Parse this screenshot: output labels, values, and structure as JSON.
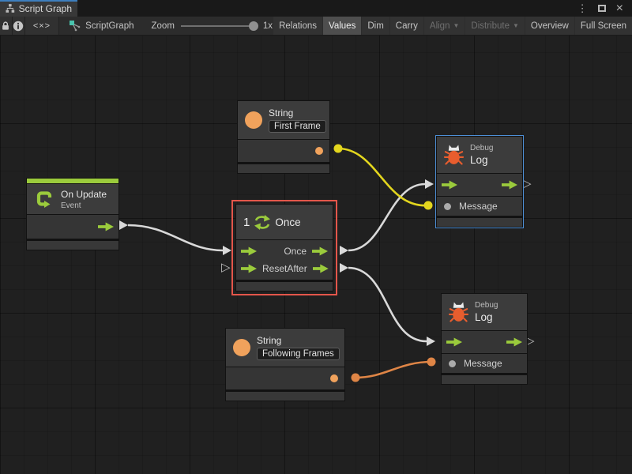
{
  "window": {
    "tab_title": "Script Graph"
  },
  "icons": {
    "menu_glyph": "⋮",
    "close_glyph": "×",
    "code_glyph": "<×>",
    "dropdown_glyph": "▼",
    "unconnected_port_glyph": "▷"
  },
  "toolbar": {
    "graph_label": "ScriptGraph",
    "zoom_label": "Zoom",
    "zoom_value": "1x",
    "buttons": [
      {
        "label": "Relations",
        "state": "normal"
      },
      {
        "label": "Values",
        "state": "active"
      },
      {
        "label": "Dim",
        "state": "normal"
      },
      {
        "label": "Carry",
        "state": "normal"
      },
      {
        "label": "Align",
        "state": "disabled",
        "dropdown": true
      },
      {
        "label": "Distribute",
        "state": "disabled",
        "dropdown": true
      },
      {
        "label": "Overview",
        "state": "normal"
      },
      {
        "label": "Full Screen",
        "state": "normal"
      }
    ]
  },
  "graph": {
    "nodes": {
      "on_update": {
        "title": "On Update",
        "subtitle": "Event"
      },
      "string_first": {
        "title": "String",
        "value": "First Frame"
      },
      "string_following": {
        "title": "String",
        "value": "Following Frames"
      },
      "once": {
        "count": "1",
        "title": "Once",
        "out_once_label": "Once",
        "in_reset_label": "Reset",
        "out_after_label": "After",
        "selected": true
      },
      "debug_log_top": {
        "subtitle": "Debug",
        "title": "Log",
        "message_label": "Message",
        "highlighted": true
      },
      "debug_log_bottom": {
        "subtitle": "Debug",
        "title": "Log",
        "message_label": "Message"
      }
    },
    "connections": [
      {
        "from": "on_update.flow_out",
        "to": "once.flow_in",
        "type": "flow"
      },
      {
        "from": "once.once_out",
        "to": "debug_log_top.flow_in",
        "type": "flow"
      },
      {
        "from": "once.after_out",
        "to": "debug_log_bottom.flow_in",
        "type": "flow"
      },
      {
        "from": "string_first.value_out",
        "to": "debug_log_top.message_in",
        "type": "string"
      },
      {
        "from": "string_following.value_out",
        "to": "debug_log_bottom.message_in",
        "type": "string"
      }
    ]
  },
  "colors": {
    "flow_green": "#9bcb3c",
    "wire_flow": "#d9d9d9",
    "wire_string_yellow": "#e3d61e",
    "wire_string_orange": "#df8546",
    "string_port_orange": "#f0a25c",
    "bug_orange": "#e85d2e",
    "selection_red": "#e4564b",
    "selection_blue": "#4d8fd6",
    "accent_blue": "#3d7ebe"
  }
}
